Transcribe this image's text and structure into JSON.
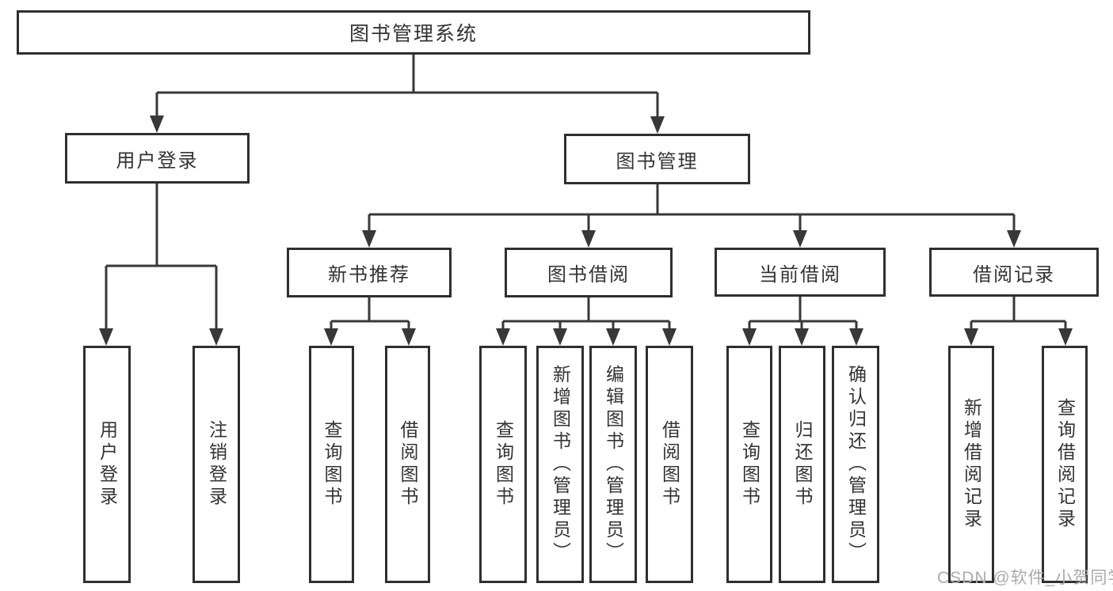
{
  "diagram": {
    "colors": {
      "background": "#ffffff",
      "line": "#383838",
      "box_border": "#2f2f2f",
      "box_fill": "#ffffff",
      "text": "#333333",
      "watermark": "#ababab"
    },
    "watermark": {
      "text": "CSDN @软件_小贺同学"
    },
    "tree": {
      "root": {
        "label": "图书管理系统"
      },
      "level2": [
        {
          "label": "用户登录",
          "parent": "图书管理系统"
        },
        {
          "label": "图书管理",
          "parent": "图书管理系统"
        }
      ],
      "level3": [
        {
          "label": "新书推荐",
          "parent": "图书管理"
        },
        {
          "label": "图书借阅",
          "parent": "图书管理"
        },
        {
          "label": "当前借阅",
          "parent": "图书管理"
        },
        {
          "label": "借阅记录",
          "parent": "图书管理"
        }
      ],
      "leaves": [
        {
          "label": "用户登录",
          "parent": "用户登录"
        },
        {
          "label": "注销登录",
          "parent": "用户登录"
        },
        {
          "label": "查询图书",
          "parent": "新书推荐"
        },
        {
          "label": "借阅图书",
          "parent": "新书推荐"
        },
        {
          "label": "查询图书",
          "parent": "图书借阅"
        },
        {
          "label": "新增图书（管理员）",
          "parent": "图书借阅"
        },
        {
          "label": "编辑图书（管理员）",
          "parent": "图书借阅"
        },
        {
          "label": "借阅图书",
          "parent": "图书借阅"
        },
        {
          "label": "查询图书",
          "parent": "当前借阅"
        },
        {
          "label": "归还图书",
          "parent": "当前借阅"
        },
        {
          "label": "确认归还（管理员）",
          "parent": "当前借阅"
        },
        {
          "label": "新增借阅记录",
          "parent": "借阅记录"
        },
        {
          "label": "查询借阅记录",
          "parent": "借阅记录"
        }
      ]
    }
  }
}
